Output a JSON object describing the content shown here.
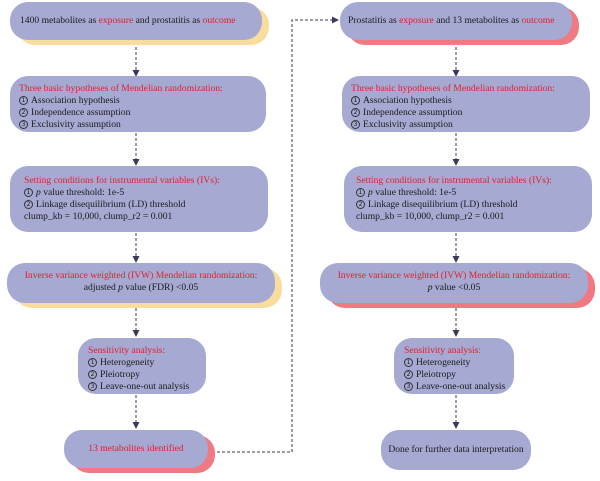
{
  "left": {
    "start": {
      "pre": "1400 metabolites as ",
      "exposure": "exposure",
      "mid": " and prostatitis as ",
      "outcome": "outcome"
    },
    "hypotheses": {
      "title": "Three basic hypotheses of Mendelian randomization:",
      "items": [
        {
          "num": "1",
          "text": "Association hypothesis"
        },
        {
          "num": "2",
          "text": "Independence assumption"
        },
        {
          "num": "3",
          "text": "Exclusivity assumption"
        }
      ]
    },
    "iv": {
      "title": "Setting conditions for instrumental variables (IVs):",
      "items": [
        {
          "num": "1",
          "p": "p",
          "text": " value threshold: 1e-5"
        },
        {
          "num": "2",
          "text": "Linkage disequilibrium (LD) threshold"
        }
      ],
      "clump": "clump_kb = 10,000, clump_r2 = 0.001"
    },
    "ivw": {
      "title": "Inverse variance weighted (IVW) Mendelian randomization:",
      "pre": "adjusted ",
      "p": "p",
      "post": " value (FDR) <0.05"
    },
    "sensitivity": {
      "title": "Sensitivity analysis:",
      "items": [
        {
          "num": "1",
          "text": "Heterogeneity"
        },
        {
          "num": "2",
          "text": "Pleiotropy"
        },
        {
          "num": "3",
          "text": "Leave-one-out analysis"
        }
      ]
    },
    "result": "13 metabolites identified"
  },
  "right": {
    "start": {
      "pre": "Prostatitis as ",
      "exposure": "exposure",
      "mid": " and 13 metabolites as ",
      "outcome": "outcome"
    },
    "hypotheses": {
      "title": "Three basic hypotheses of Mendelian randomization:",
      "items": [
        {
          "num": "1",
          "text": "Association hypothesis"
        },
        {
          "num": "2",
          "text": "Independence assumption"
        },
        {
          "num": "3",
          "text": "Exclusivity assumption"
        }
      ]
    },
    "iv": {
      "title": "Setting conditions for instrumental variables (IVs):",
      "items": [
        {
          "num": "1",
          "p": "p",
          "text": " value threshold: 1e-5"
        },
        {
          "num": "2",
          "text": "Linkage disequilibrium (LD) threshold"
        }
      ],
      "clump": "clump_kb = 10,000, clump_r2 = 0.001"
    },
    "ivw": {
      "title": "Inverse variance weighted (IVW) Mendelian randomization:",
      "p": "p",
      "post": " value <0.05"
    },
    "sensitivity": {
      "title": "Sensitivity analysis:",
      "items": [
        {
          "num": "1",
          "text": "Heterogeneity"
        },
        {
          "num": "2",
          "text": "Pleiotropy"
        },
        {
          "num": "3",
          "text": "Leave-one-out analysis"
        }
      ]
    },
    "result": "Done for further data interpretation"
  },
  "colors": {
    "box": "#a6a9d2",
    "accent": "#e0202d",
    "yellow_shadow": "#f8dd9f",
    "pink_shadow": "#ef7a82",
    "arrow": "#3a3a5a"
  }
}
